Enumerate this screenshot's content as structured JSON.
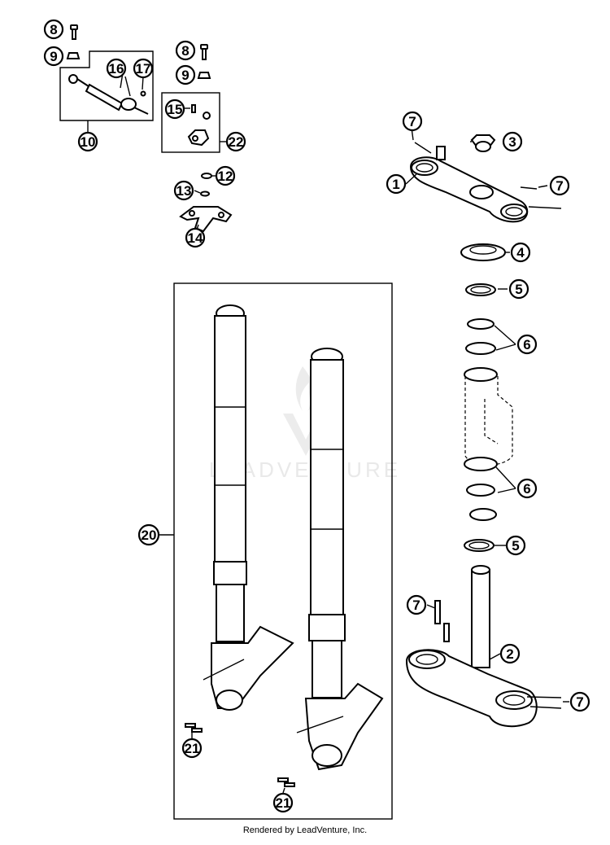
{
  "watermark": "LEADVENTURE",
  "footer": "Rendered by LeadVenture, Inc.",
  "callouts": {
    "c8a": "8",
    "c9a": "9",
    "c16": "16",
    "c17": "17",
    "c10": "10",
    "c8b": "8",
    "c9b": "9",
    "c15": "15",
    "c22": "22",
    "c12": "12",
    "c13": "13",
    "c14": "14",
    "c7a": "7",
    "c3": "3",
    "c1": "1",
    "c7b": "7",
    "c4": "4",
    "c5a": "5",
    "c6a": "6",
    "c6b": "6",
    "c5b": "5",
    "c7c": "7",
    "c2": "2",
    "c7d": "7",
    "c20": "20",
    "c21a": "21",
    "c21b": "21"
  }
}
